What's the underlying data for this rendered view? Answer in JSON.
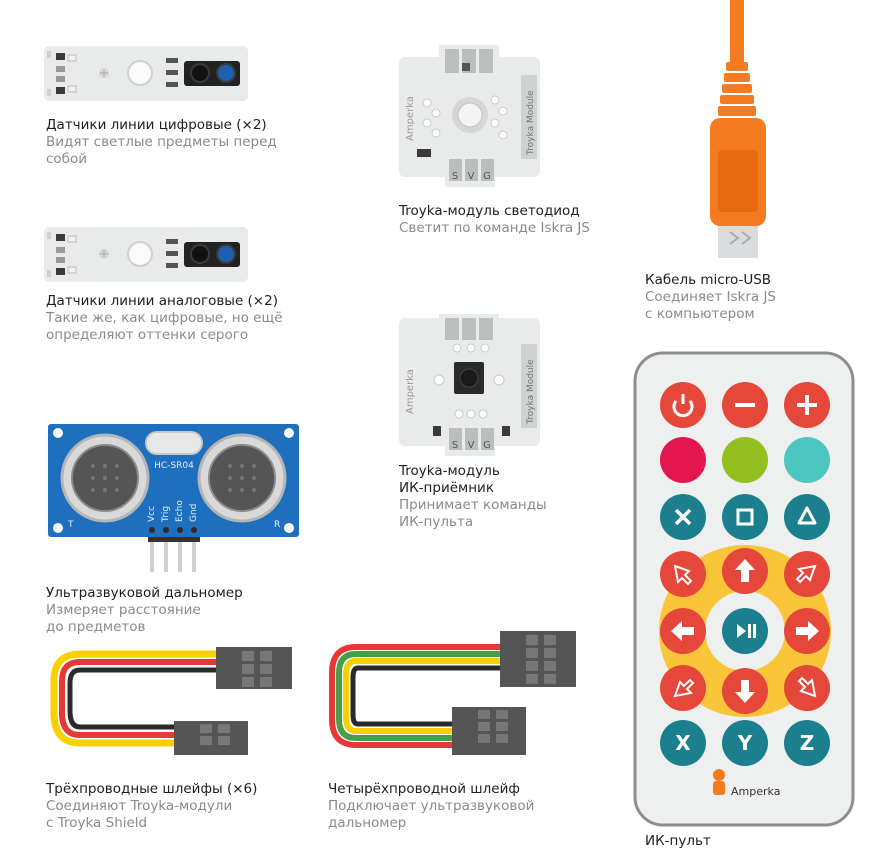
{
  "items": {
    "line_digital": {
      "title": "Датчики линии цифровые (×2)",
      "desc1": "Видят светлые предметы перед",
      "desc2": "собой"
    },
    "line_analog": {
      "title": "Датчики линии аналоговые (×2)",
      "desc1": "Такие же, как цифровые, но ещё",
      "desc2": "определяют оттенки серого"
    },
    "ultrasonic": {
      "title": "Ультразвуковой дальномер",
      "desc1": "Измеряет расстояние",
      "desc2": "до предметов",
      "label": "HC-SR04",
      "pins": [
        "Vcc",
        "Trig",
        "Echo",
        "Gnd"
      ],
      "t_mark": "T",
      "r_mark": "R"
    },
    "wire3": {
      "title": "Трёхпроводные шлейфы (×6)",
      "desc1": "Соединяют Troyka-модули",
      "desc2": "с Troyka Shield"
    },
    "wire4": {
      "title": "Четырёхпроводной шлейф",
      "desc1": "Подключает ультразвуковой",
      "desc2": "дальномер"
    },
    "led_module": {
      "title": "Troyka-модуль светодиод",
      "desc1": "Светит по команде Iskra JS"
    },
    "ir_module": {
      "title1": "Troyka-модуль",
      "title2": "ИК-приёмник",
      "desc1": "Принимает команды",
      "desc2": "ИК-пульта"
    },
    "usb_cable": {
      "title": "Кабель micro-USB",
      "desc1": "Соединяет Iskra JS",
      "desc2": "с компьютером"
    },
    "remote": {
      "title": "ИК-пульт",
      "brand": "Amperka",
      "buttons_row4": [
        "X",
        "Y",
        "Z"
      ]
    }
  },
  "module_brand": "Amperka",
  "module_label": "Troyka Module",
  "pin_labels": [
    "S",
    "V",
    "G"
  ],
  "colors": {
    "board": "#e9ebeb",
    "orange": "#f47b20",
    "red": "#e5473a",
    "teal": "#1b7f8e",
    "pink": "#e4164d",
    "green": "#93c01f",
    "aqua": "#4dc6c1",
    "ring": "#fbc53a",
    "sensor_blue": "#1e5fb0"
  }
}
